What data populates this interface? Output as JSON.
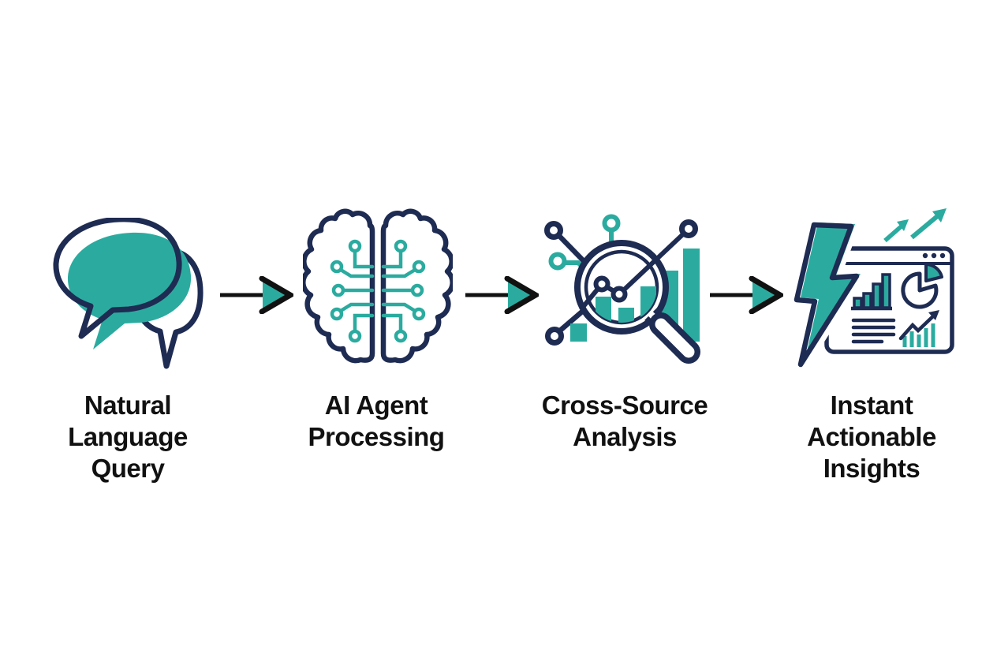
{
  "diagram": {
    "type": "process-flow",
    "background": "#FFFFFF",
    "colors": {
      "teal": "#2BAB9F",
      "navy": "#1E2B52",
      "text": "#111111"
    },
    "steps": [
      {
        "id": 1,
        "icon": "chat-bubbles-icon",
        "label": "Natural\nLanguage\nQuery"
      },
      {
        "id": 2,
        "icon": "circuit-brain-icon",
        "label": "AI Agent\nProcessing"
      },
      {
        "id": 3,
        "icon": "magnifier-chart-icon",
        "label": "Cross-Source\nAnalysis"
      },
      {
        "id": 4,
        "icon": "lightning-dashboard-icon",
        "label": "Instant\nActionable\nInsights"
      }
    ],
    "connectors": [
      {
        "type": "arrow-right"
      },
      {
        "type": "arrow-right"
      },
      {
        "type": "arrow-right"
      }
    ]
  }
}
